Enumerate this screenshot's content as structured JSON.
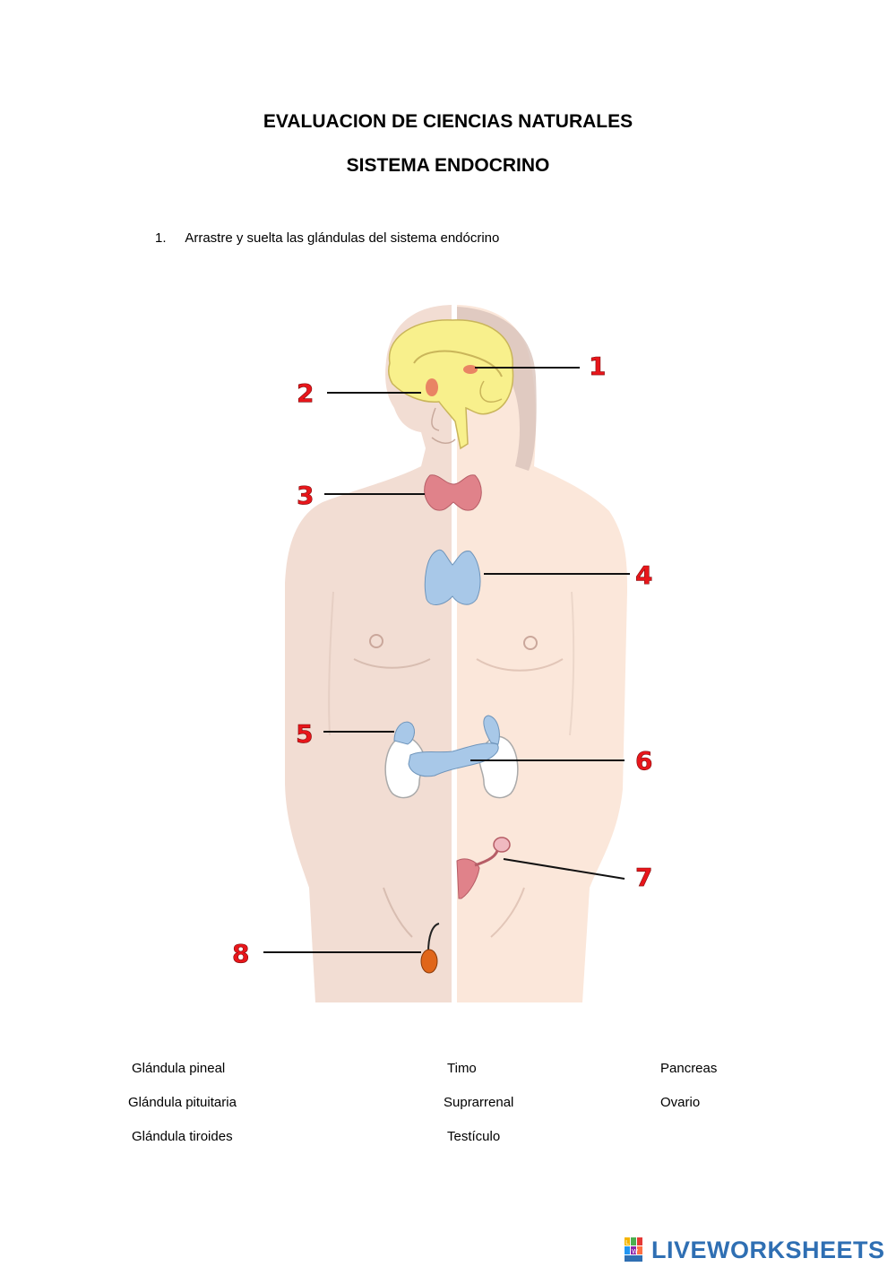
{
  "header": {
    "title": "EVALUACION DE CIENCIAS NATURALES",
    "subtitle": "SISTEMA ENDOCRINO"
  },
  "question": {
    "number": "1.",
    "text": "Arrastre y suelta las glándulas del sistema endócrino"
  },
  "diagram": {
    "labels": [
      "1",
      "2",
      "3",
      "4",
      "5",
      "6",
      "7",
      "8"
    ],
    "colors": {
      "label": "#e8161b",
      "skin_left": "#f2ddd3",
      "skin_right": "#fbe7da",
      "brain": "#f8f08c",
      "thyroid": "#e0828a",
      "blue_gland": "#a8c8e8",
      "orange_gland": "#e0661a"
    }
  },
  "word_bank": {
    "items": [
      "Glándula pineal",
      "Timo",
      "Pancreas",
      "Glándula pituitaria",
      "Suprarrenal",
      "Ovario",
      "Glándula tiroides",
      "Testículo"
    ]
  },
  "logo": {
    "text": "LIVEWORKSHEETS",
    "icon_letters": [
      "L",
      "W"
    ]
  }
}
